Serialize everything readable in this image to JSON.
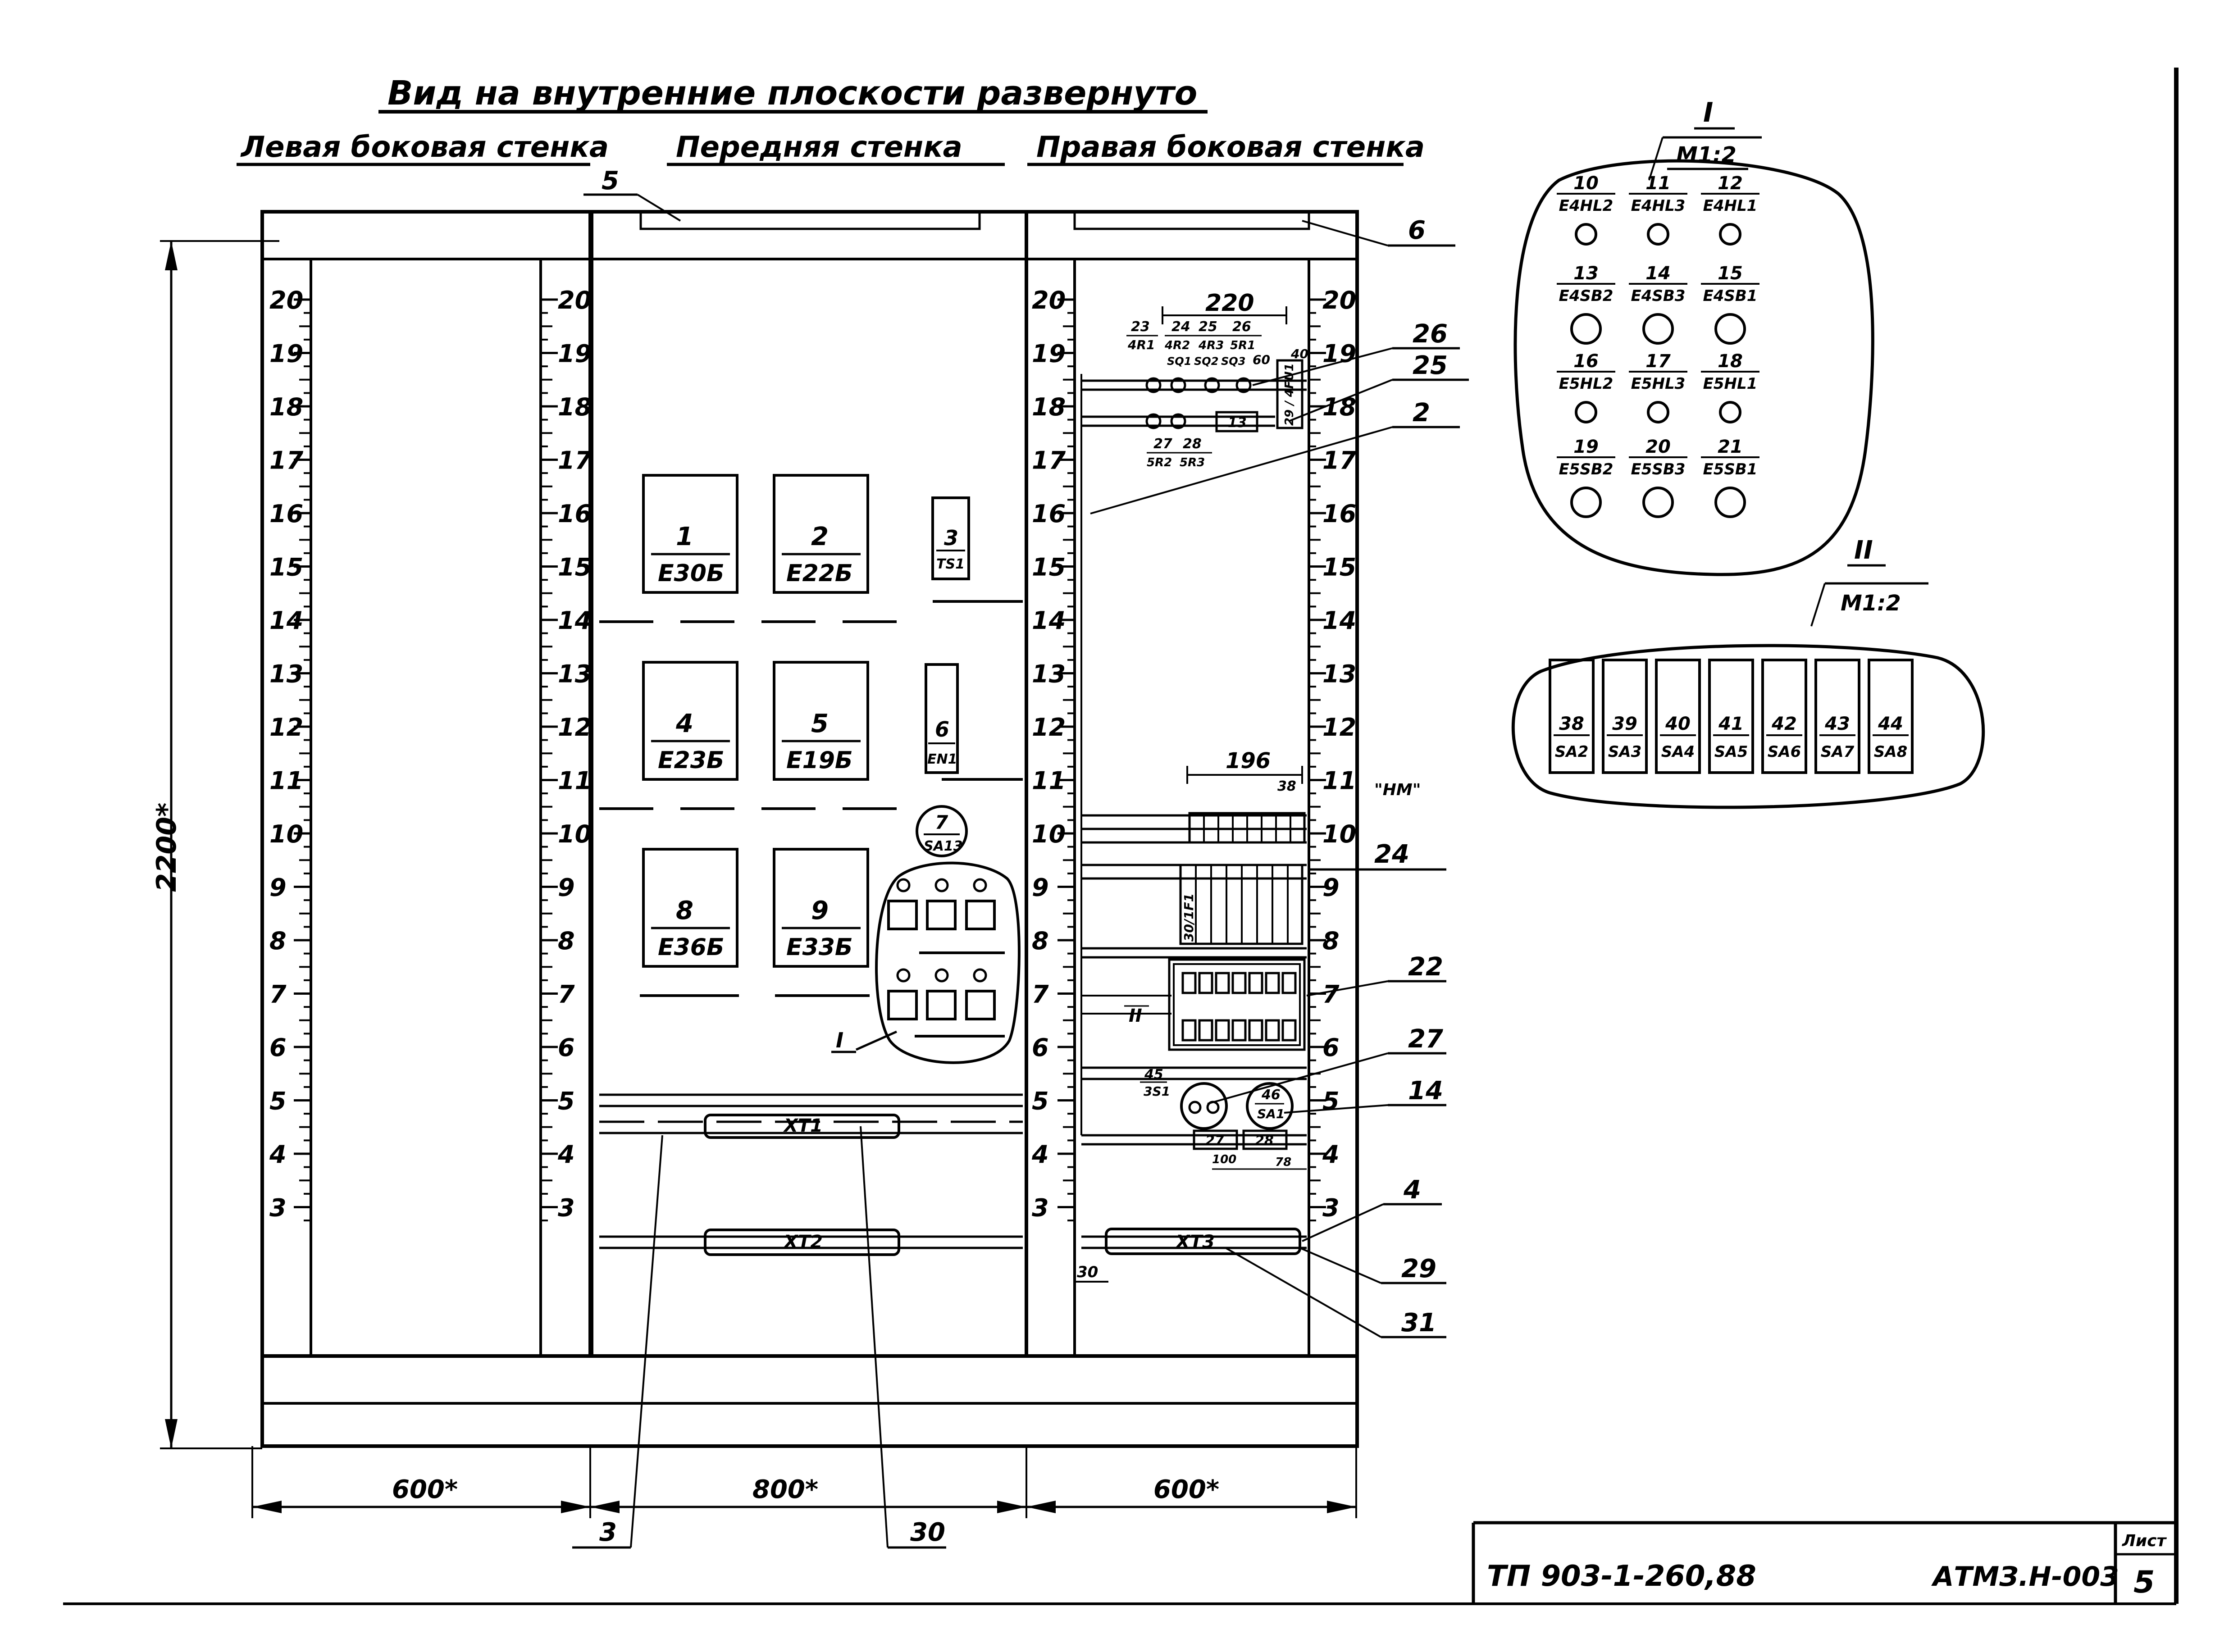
{
  "header": {
    "title": "Вид на внутренние плоскости развернуто",
    "left_wall": "Левая боковая стенка",
    "front_wall": "Передняя стенка",
    "right_wall": "Правая боковая стенка"
  },
  "dimensions": {
    "height": "2200*",
    "left_width": "600*",
    "front_width": "800*",
    "right_width": "600*",
    "d220": "220",
    "d196": "196",
    "d30": "30",
    "d40": "40",
    "d60": "60",
    "d38": "38",
    "d100": "100",
    "d78": "78",
    "d30b": "30"
  },
  "scale_numbers": [
    "20",
    "19",
    "18",
    "17",
    "16",
    "15",
    "14",
    "13",
    "12",
    "11",
    "10",
    "9",
    "8",
    "7",
    "6",
    "5",
    "4",
    "3"
  ],
  "front_devices": [
    {
      "num": "1",
      "code": "Е30Б"
    },
    {
      "num": "2",
      "code": "Е22Б"
    },
    {
      "num": "3",
      "code": "TS1"
    },
    {
      "num": "4",
      "code": "Е23Б"
    },
    {
      "num": "5",
      "code": "Е19Б"
    },
    {
      "num": "6",
      "code": "EN1"
    },
    {
      "num": "8",
      "code": "Е36Б"
    },
    {
      "num": "9",
      "code": "Е33Б"
    }
  ],
  "switch7": {
    "num": "7",
    "code": "SA13"
  },
  "terminal_blocks": {
    "xt1": "XT1",
    "xt2": "XT2",
    "xt3": "XT3"
  },
  "right_wall": {
    "c23": {
      "num": "23",
      "code": "4R1"
    },
    "c24": {
      "num": "24",
      "code": "4R2"
    },
    "c25": {
      "num": "25",
      "code": "4R3"
    },
    "c26": {
      "num": "26",
      "code": "5R1"
    },
    "c27": {
      "num": "27",
      "code": "5R2"
    },
    "c28": {
      "num": "28",
      "code": "5R3"
    },
    "sub_row": [
      "SQ1",
      "SQ2",
      "SQ3"
    ],
    "box13": "13",
    "v_label": "29 / 4FU1",
    "c45": {
      "num": "45",
      "code": "3S1"
    },
    "c46": {
      "num": "46",
      "code": "SA1"
    },
    "f27": "27",
    "f28": "28",
    "vertical_marks": "30/1F1",
    "view_mark": "II",
    "right_note": "\"HM\""
  },
  "callouts": [
    "5",
    "6",
    "26",
    "25",
    "2",
    "24",
    "22",
    "27",
    "14",
    "4",
    "29",
    "31",
    "3",
    "30"
  ],
  "view_I": {
    "label": "I",
    "scale": "М1:2",
    "items": [
      {
        "num": "10",
        "code": "Е4HL2"
      },
      {
        "num": "11",
        "code": "Е4HL3"
      },
      {
        "num": "12",
        "code": "Е4HL1"
      },
      {
        "num": "13",
        "code": "Е4SB2"
      },
      {
        "num": "14",
        "code": "Е4SB3"
      },
      {
        "num": "15",
        "code": "Е4SB1"
      },
      {
        "num": "16",
        "code": "Е5HL2"
      },
      {
        "num": "17",
        "code": "Е5HL3"
      },
      {
        "num": "18",
        "code": "Е5HL1"
      },
      {
        "num": "19",
        "code": "Е5SB2"
      },
      {
        "num": "20",
        "code": "Е5SB3"
      },
      {
        "num": "21",
        "code": "Е5SB1"
      }
    ],
    "callout": "I"
  },
  "view_II": {
    "label": "II",
    "scale": "М1:2",
    "items": [
      {
        "num": "38",
        "code": "SA2"
      },
      {
        "num": "39",
        "code": "SA3"
      },
      {
        "num": "40",
        "code": "SA4"
      },
      {
        "num": "41",
        "code": "SA5"
      },
      {
        "num": "42",
        "code": "SA6"
      },
      {
        "num": "43",
        "code": "SA7"
      },
      {
        "num": "44",
        "code": "SA8"
      }
    ]
  },
  "title_block": {
    "doc": "ТП 903-1-260,88",
    "code": "АТМЗ.Н-003",
    "sheet_label": "Лист",
    "sheet": "5"
  }
}
